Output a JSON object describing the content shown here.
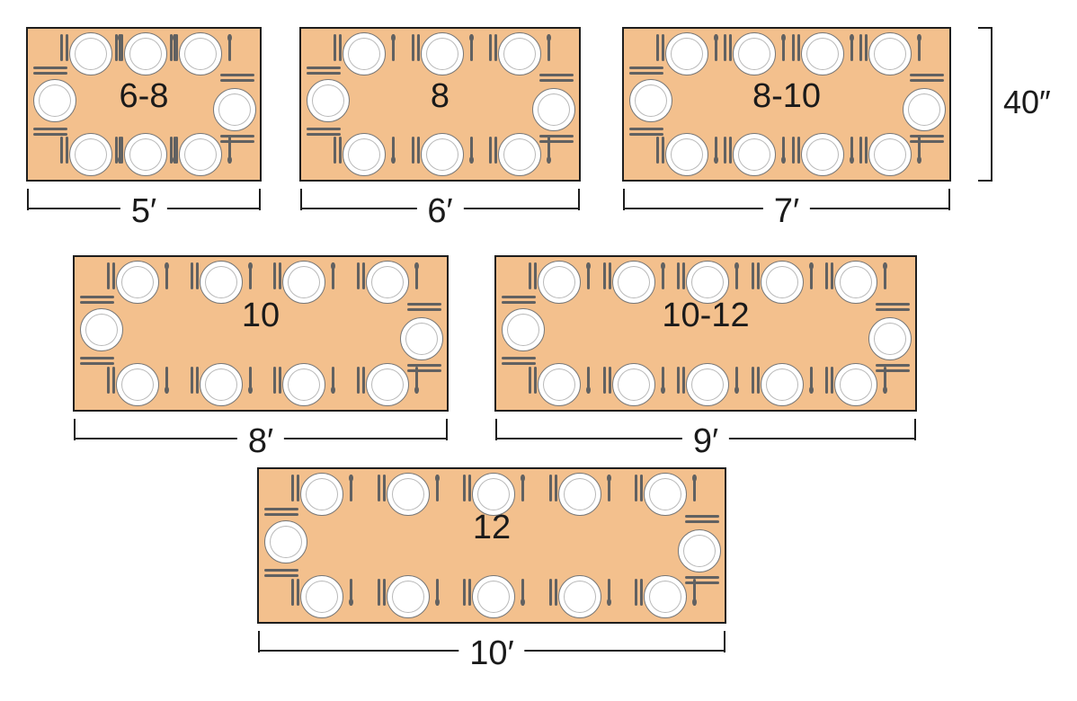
{
  "colors": {
    "table": "#f3c08d",
    "outline": "#1e1e1e",
    "plate": "#ffffff",
    "cutlery": "#616161"
  },
  "icons": {
    "plate": "plate-icon",
    "fork": "fork-icon",
    "knife": "knife-icon",
    "spoon": "spoon-icon"
  },
  "table_width_label": "40″",
  "tables": [
    {
      "capacity": "6-8",
      "length_label": "5′",
      "side_seats": 3,
      "end_seats": 1
    },
    {
      "capacity": "8",
      "length_label": "6′",
      "side_seats": 3,
      "end_seats": 1
    },
    {
      "capacity": "8-10",
      "length_label": "7′",
      "side_seats": 4,
      "end_seats": 1
    },
    {
      "capacity": "10",
      "length_label": "8′",
      "side_seats": 4,
      "end_seats": 1
    },
    {
      "capacity": "10-12",
      "length_label": "9′",
      "side_seats": 5,
      "end_seats": 1
    },
    {
      "capacity": "12",
      "length_label": "10′",
      "side_seats": 5,
      "end_seats": 1
    }
  ]
}
